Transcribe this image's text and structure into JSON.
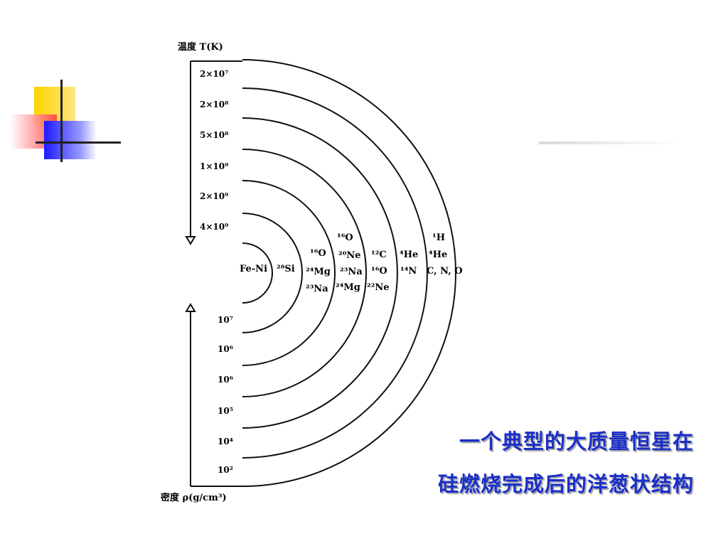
{
  "diagram": {
    "temperature_axis": {
      "title": "温度 T(K)",
      "ticks": [
        "2×10⁷",
        "2×10⁸",
        "5×10⁸",
        "1×10⁹",
        "2×10⁹",
        "4×10⁹"
      ]
    },
    "density_axis": {
      "title": "密度 ρ(g/cm³)",
      "ticks": [
        "10⁷",
        "10⁶",
        "10⁶",
        "10⁵",
        "10⁴",
        "10²"
      ]
    },
    "layers": [
      {
        "isotopes": [
          "Fe-Ni"
        ]
      },
      {
        "isotopes": [
          "²⁸Si"
        ]
      },
      {
        "isotopes": [
          "¹⁶O",
          "²⁴Mg",
          "²³Na"
        ]
      },
      {
        "isotopes": [
          "¹⁶O",
          "²⁰Ne",
          "²³Na",
          "²⁴Mg"
        ]
      },
      {
        "isotopes": [
          "¹²C",
          "¹⁶O",
          "²²Ne"
        ]
      },
      {
        "isotopes": [
          "⁴He",
          "¹⁴N"
        ]
      },
      {
        "isotopes": [
          "¹H",
          "⁴He",
          "C, N, O"
        ]
      }
    ]
  },
  "caption": {
    "line1": "一个典型的大质量恒星在",
    "line2": "硅燃烧完成后的洋葱状结构"
  }
}
